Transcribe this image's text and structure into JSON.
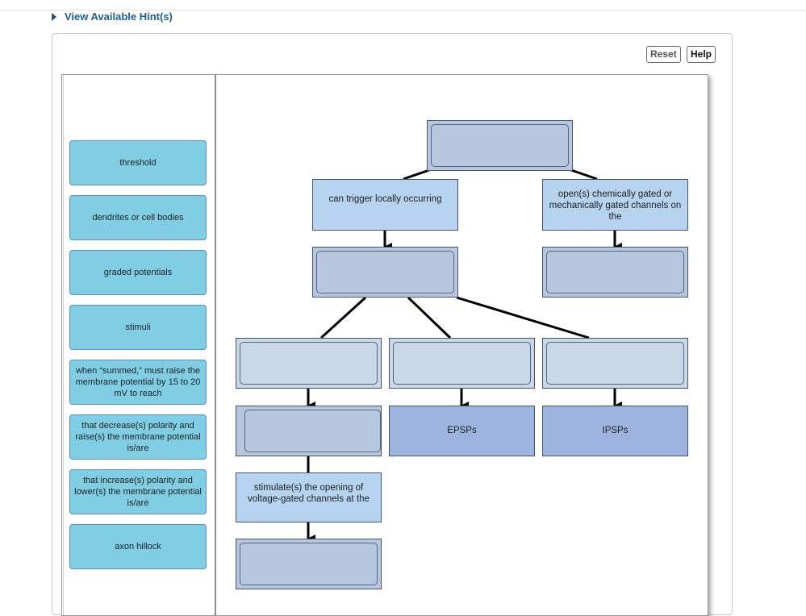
{
  "hint": {
    "label": "View Available Hint(s)"
  },
  "controls": {
    "reset": "Reset",
    "help": "Help"
  },
  "word_bank": [
    "threshold",
    "dendrites or cell bodies",
    "graded potentials",
    "stimuli",
    "when “summed,” must raise the membrane potential by 15 to 20 mV to reach",
    "that decrease(s) polarity and raise(s) the membrane potential is/are",
    "that increase(s) polarity and lower(s) the membrane potential is/are",
    "axon hillock"
  ],
  "concept_map": {
    "labels": {
      "can_trigger": "can trigger locally occurring",
      "open_channels": "open(s) chemically gated or mechanically gated channels on the",
      "stimulate": "stimulate(s) the opening of voltage-gated channels at the"
    },
    "fixed_terms": {
      "epsps": "EPSPs",
      "ipsps": "IPSPs"
    },
    "colors": {
      "tile": "#80cee3",
      "slot": "#b8c7e0",
      "label": "#b6d4ef",
      "fixed": "#9db5de"
    }
  }
}
